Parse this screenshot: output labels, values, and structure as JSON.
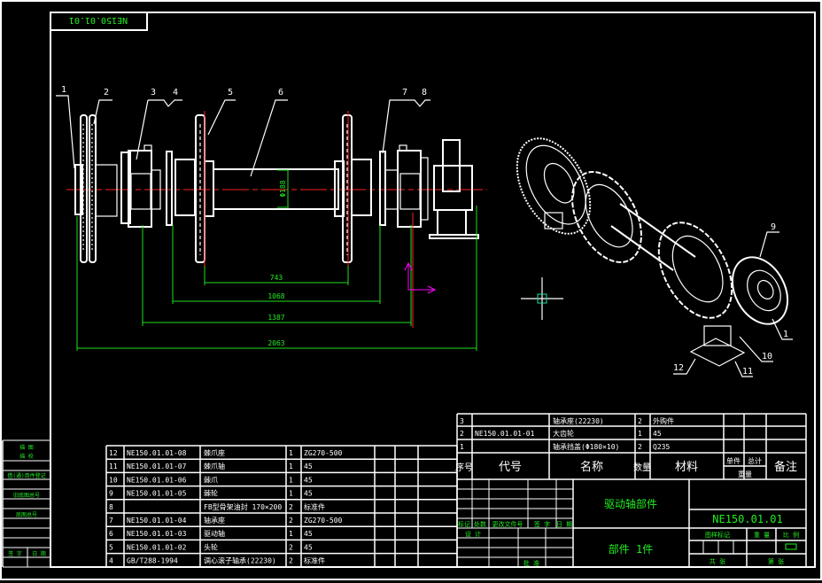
{
  "drawing_number_mirrored": "NE150.01.01",
  "part_labels": [
    "1",
    "2",
    "3",
    "4",
    "5",
    "6",
    "7",
    "8",
    "9",
    "10",
    "11",
    "12"
  ],
  "dimensions": {
    "d_shaft": "Φ188",
    "d1": "743",
    "d2": "1068",
    "d3": "1387",
    "d4": "2063"
  },
  "left_strip": [
    "描 图",
    "描 校",
    "借(通)用件登记",
    "旧底图总号",
    "底图总号",
    "签 字",
    "日 期"
  ],
  "bom_lower": [
    [
      "12",
      "NE150.01.01-08",
      "棘爪座",
      "1",
      "ZG270-500"
    ],
    [
      "11",
      "NE150.01.01-07",
      "棘爪轴",
      "1",
      "45"
    ],
    [
      "10",
      "NE150.01.01-06",
      "棘爪",
      "1",
      "45"
    ],
    [
      "9",
      "NE150.01.01-05",
      "棘轮",
      "1",
      "45"
    ],
    [
      "8",
      "",
      "FB型骨架油封  170×200",
      "2",
      "标准件"
    ],
    [
      "7",
      "NE150.01.01-04",
      "轴承座",
      "2",
      "ZG270-500"
    ],
    [
      "6",
      "NE150.01.01-03",
      "驱动轴",
      "1",
      "45"
    ],
    [
      "5",
      "NE150.01.01-02",
      "头轮",
      "2",
      "45"
    ],
    [
      "4",
      "GB/T288-1994",
      "调心滚子轴承(22230)",
      "2",
      "标准件"
    ]
  ],
  "bom_upper": [
    [
      "3",
      "",
      "轴承座(22230)",
      "2",
      "外购件"
    ],
    [
      "2",
      "NE150.01.01-01",
      "大齿轮",
      "1",
      "45"
    ],
    [
      "1",
      "",
      "轴承挡盖(Φ180×10)",
      "2",
      "Q235"
    ]
  ],
  "bom_header": {
    "no": "序号",
    "code": "代号",
    "name": "名称",
    "qty": "数量",
    "material": "材料",
    "unit": "单件",
    "total": "总计",
    "weight": "重量",
    "remark": "备注"
  },
  "title_block": {
    "part_name": "驱动轴部件",
    "drawing_number": "NE150.01.01",
    "count": "部件    1件",
    "rev_labels": [
      "标记",
      "处数",
      "更改文件号",
      "签 字",
      "日 期"
    ],
    "design": "设 计",
    "approve": "批 准",
    "mark_labels": "图样标记",
    "weight": "重 量",
    "scale": "比 例",
    "sheets": "共   张",
    "sheet": "第   张"
  }
}
